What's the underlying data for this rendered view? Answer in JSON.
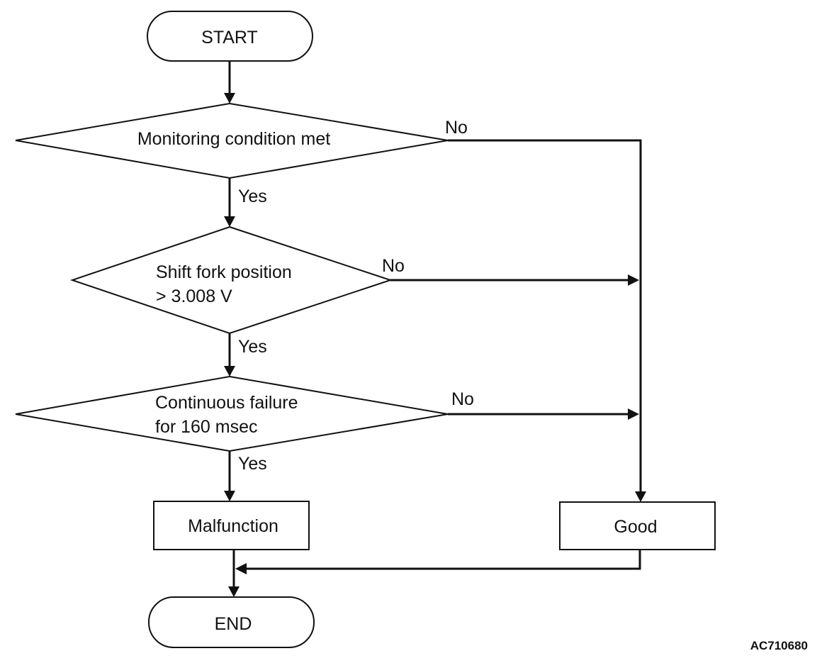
{
  "flowchart": {
    "start": "START",
    "end": "END",
    "decision_1": "Monitoring condition met",
    "decision_2_line1": "Shift fork position",
    "decision_2_line2": "> 3.008 V",
    "decision_3_line1": "Continuous failure",
    "decision_3_line2": "for 160 msec",
    "malfunction": "Malfunction",
    "good": "Good",
    "yes": "Yes",
    "no": "No"
  },
  "reference_code": "AC710680"
}
